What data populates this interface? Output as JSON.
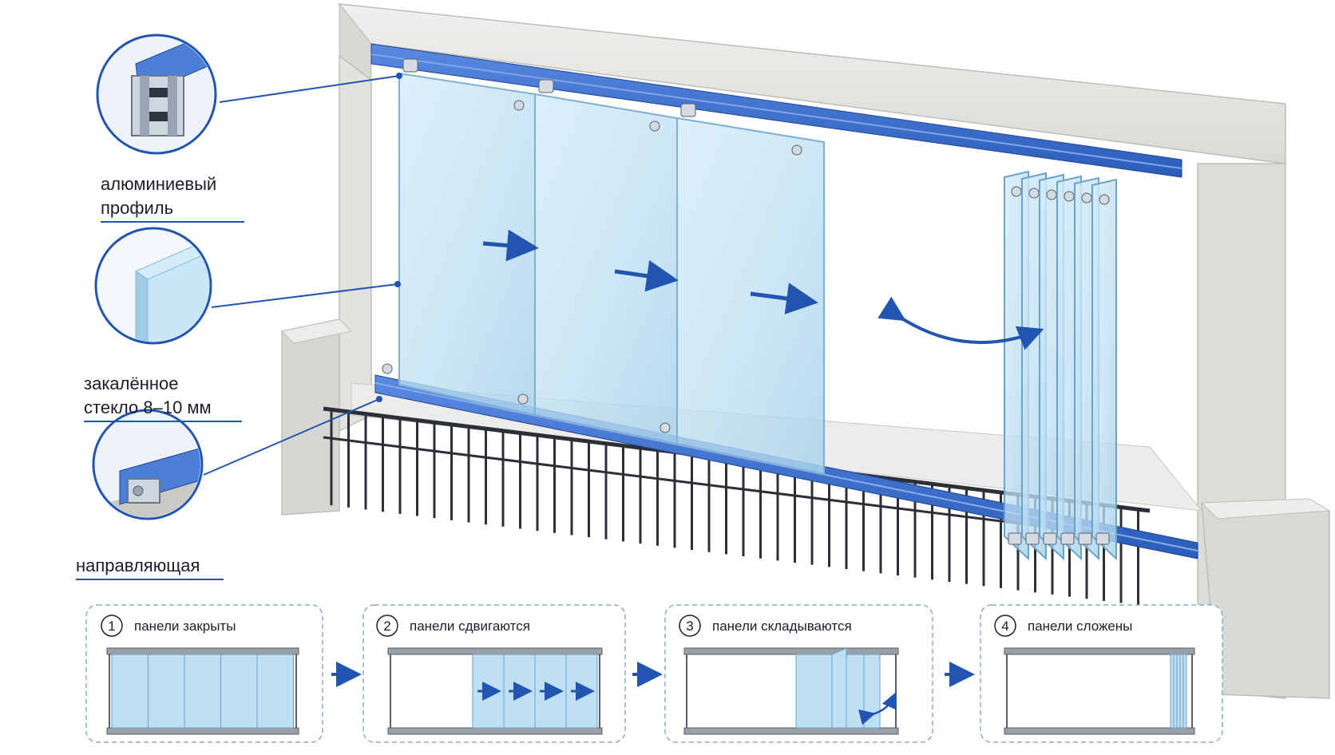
{
  "callouts": [
    {
      "id": "profile",
      "line1": "алюминиевый",
      "line2": "профиль"
    },
    {
      "id": "glass",
      "line1": "закалённое",
      "line2": "стекло 8–10 мм"
    },
    {
      "id": "rail",
      "line1": "направляющая",
      "line2": ""
    }
  ],
  "steps": [
    {
      "num": "1",
      "label": "панели закрыты"
    },
    {
      "num": "2",
      "label": "панели сдвигаются"
    },
    {
      "num": "3",
      "label": "панели складываются"
    },
    {
      "num": "4",
      "label": "панели сложены"
    }
  ],
  "colors": {
    "accent_blue": "#2155b0",
    "profile_blue": "#3a6fd0",
    "glass": "#bfe0f3",
    "concrete": "#e6e6e4",
    "concrete_dark": "#c9c9c6",
    "dashed_border": "#8ea9c9",
    "railing": "#2b2f36"
  }
}
